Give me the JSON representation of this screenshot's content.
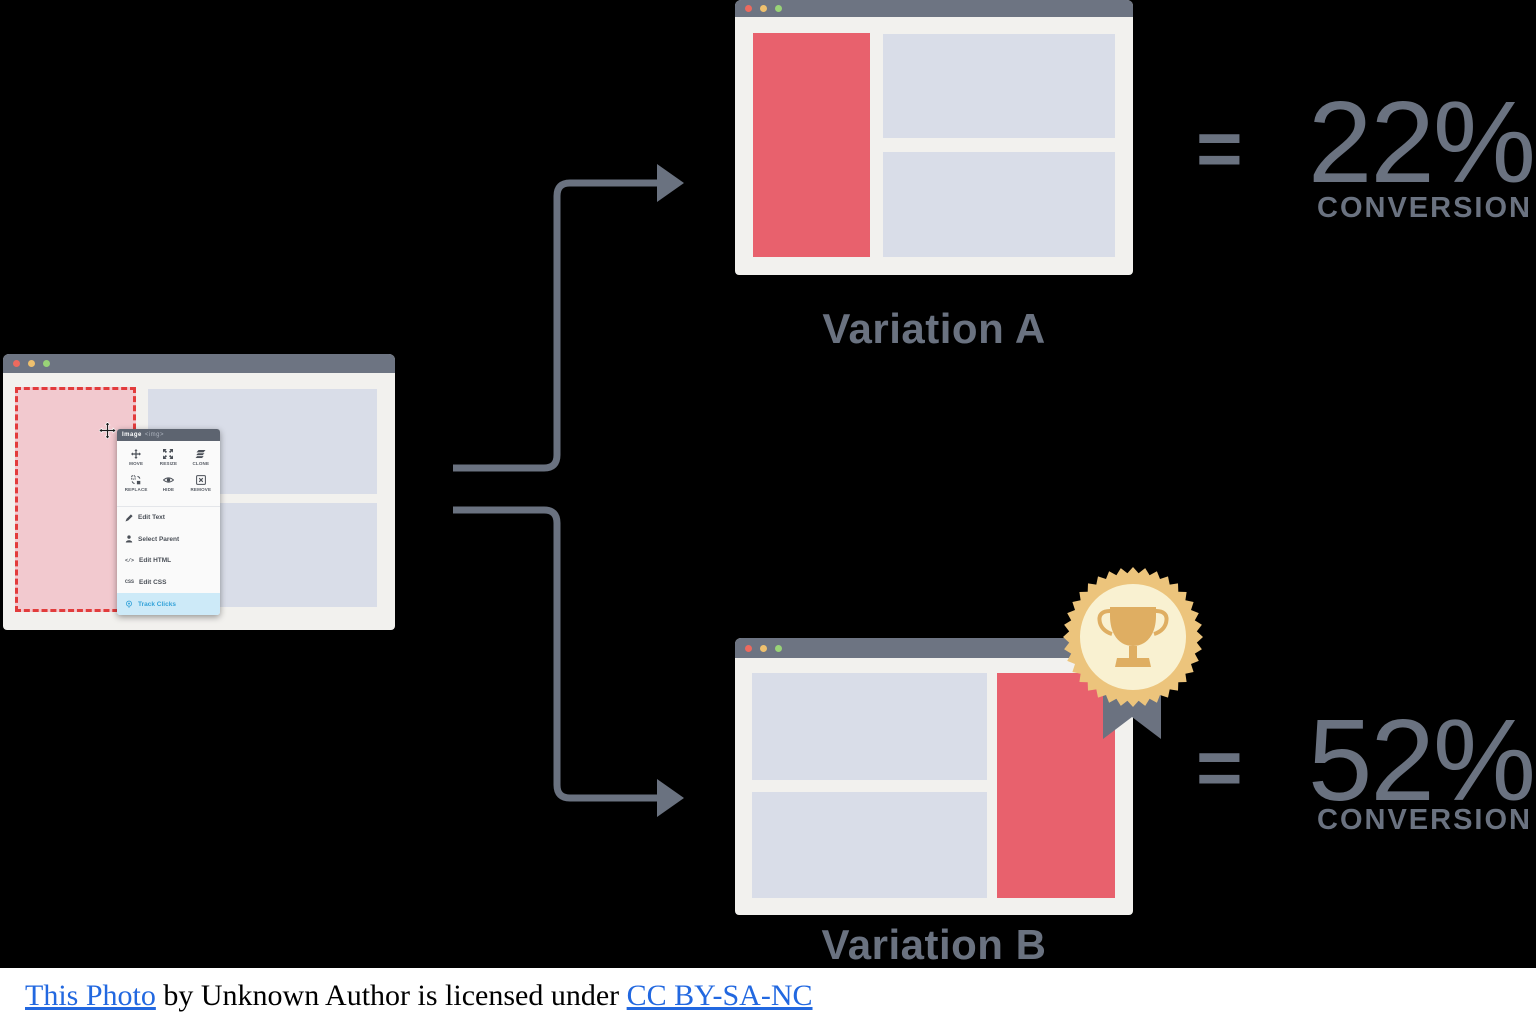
{
  "source_editor": {
    "selection_label": "Image",
    "selection_tag": "<img>",
    "menu": {
      "grid_actions": [
        {
          "id": "move",
          "label": "MOVE"
        },
        {
          "id": "resize",
          "label": "RESIZE"
        },
        {
          "id": "clone",
          "label": "CLONE"
        },
        {
          "id": "replace",
          "label": "REPLACE"
        },
        {
          "id": "hide",
          "label": "HIDE"
        },
        {
          "id": "remove",
          "label": "REMOVE"
        }
      ],
      "list_actions": [
        {
          "id": "edit-text",
          "label": "Edit Text"
        },
        {
          "id": "select-parent",
          "label": "Select Parent"
        },
        {
          "id": "edit-html",
          "label": "Edit HTML",
          "icon_text": "</>"
        },
        {
          "id": "edit-css",
          "label": "Edit CSS",
          "icon_text": "CSS"
        },
        {
          "id": "track-clicks",
          "label": "Track Clicks",
          "highlighted": true
        }
      ]
    }
  },
  "variations": {
    "a": {
      "label": "Variation A",
      "equals": "=",
      "rate": "22%",
      "metric": "CONVERSION"
    },
    "b": {
      "label": "Variation B",
      "equals": "=",
      "rate": "52%",
      "metric": "CONVERSION",
      "winner": true
    }
  },
  "attribution": {
    "link_photo": "This Photo",
    "middle_text": " by Unknown Author is licensed under ",
    "link_license": "CC BY-SA-NC"
  },
  "colors": {
    "red": "#e8616d",
    "pink": "#f2c9cf",
    "pink_border": "#e23c3c",
    "slate": "#6a7280",
    "chrome": "#6d7482",
    "block": "#d9dde8",
    "body": "#f2f1ee",
    "gold": "#ecc47c",
    "gold_pale": "#f9f1d1",
    "gold_deep": "#dfae62",
    "link": "#2268e0",
    "highlight_bg": "#cdeaf8",
    "highlight_text": "#35a3d9"
  }
}
